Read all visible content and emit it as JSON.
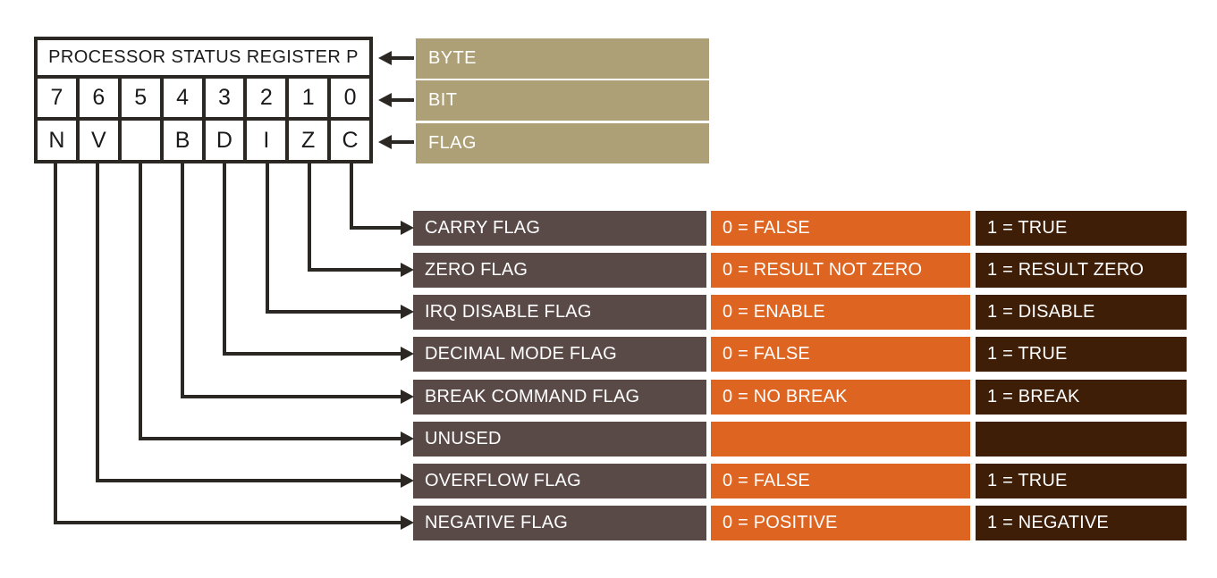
{
  "register": {
    "title": "PROCESSOR STATUS REGISTER P",
    "bits": [
      "7",
      "6",
      "5",
      "4",
      "3",
      "2",
      "1",
      "0"
    ],
    "flags": [
      "N",
      "V",
      "",
      "B",
      "D",
      "I",
      "Z",
      "C"
    ]
  },
  "pointers": [
    {
      "label": "BYTE"
    },
    {
      "label": "BIT"
    },
    {
      "label": "FLAG"
    }
  ],
  "rows": [
    {
      "name": "CARRY FLAG",
      "zero": "0 = FALSE",
      "one": "1 = TRUE"
    },
    {
      "name": "ZERO FLAG",
      "zero": "0 = RESULT NOT ZERO",
      "one": "1 = RESULT ZERO"
    },
    {
      "name": "IRQ DISABLE FLAG",
      "zero": "0 = ENABLE",
      "one": "1 = DISABLE"
    },
    {
      "name": "DECIMAL MODE FLAG",
      "zero": "0 = FALSE",
      "one": "1 = TRUE"
    },
    {
      "name": "BREAK COMMAND FLAG",
      "zero": "0 = NO BREAK",
      "one": "1 = BREAK"
    },
    {
      "name": "UNUSED",
      "zero": "",
      "one": ""
    },
    {
      "name": "OVERFLOW FLAG",
      "zero": "0 = FALSE",
      "one": "1 = TRUE"
    },
    {
      "name": "NEGATIVE FLAG",
      "zero": "0 = POSITIVE",
      "one": "1 = NEGATIVE"
    }
  ],
  "colors": {
    "tan": "#ada077",
    "row_label_bg": "#594a47",
    "row_zero_bg": "#de6421",
    "row_one_bg": "#3f1e08",
    "line": "#2b2723",
    "text_light": "#ffffff",
    "text_dark": "#1a1a1a",
    "bg": "#ffffff"
  }
}
